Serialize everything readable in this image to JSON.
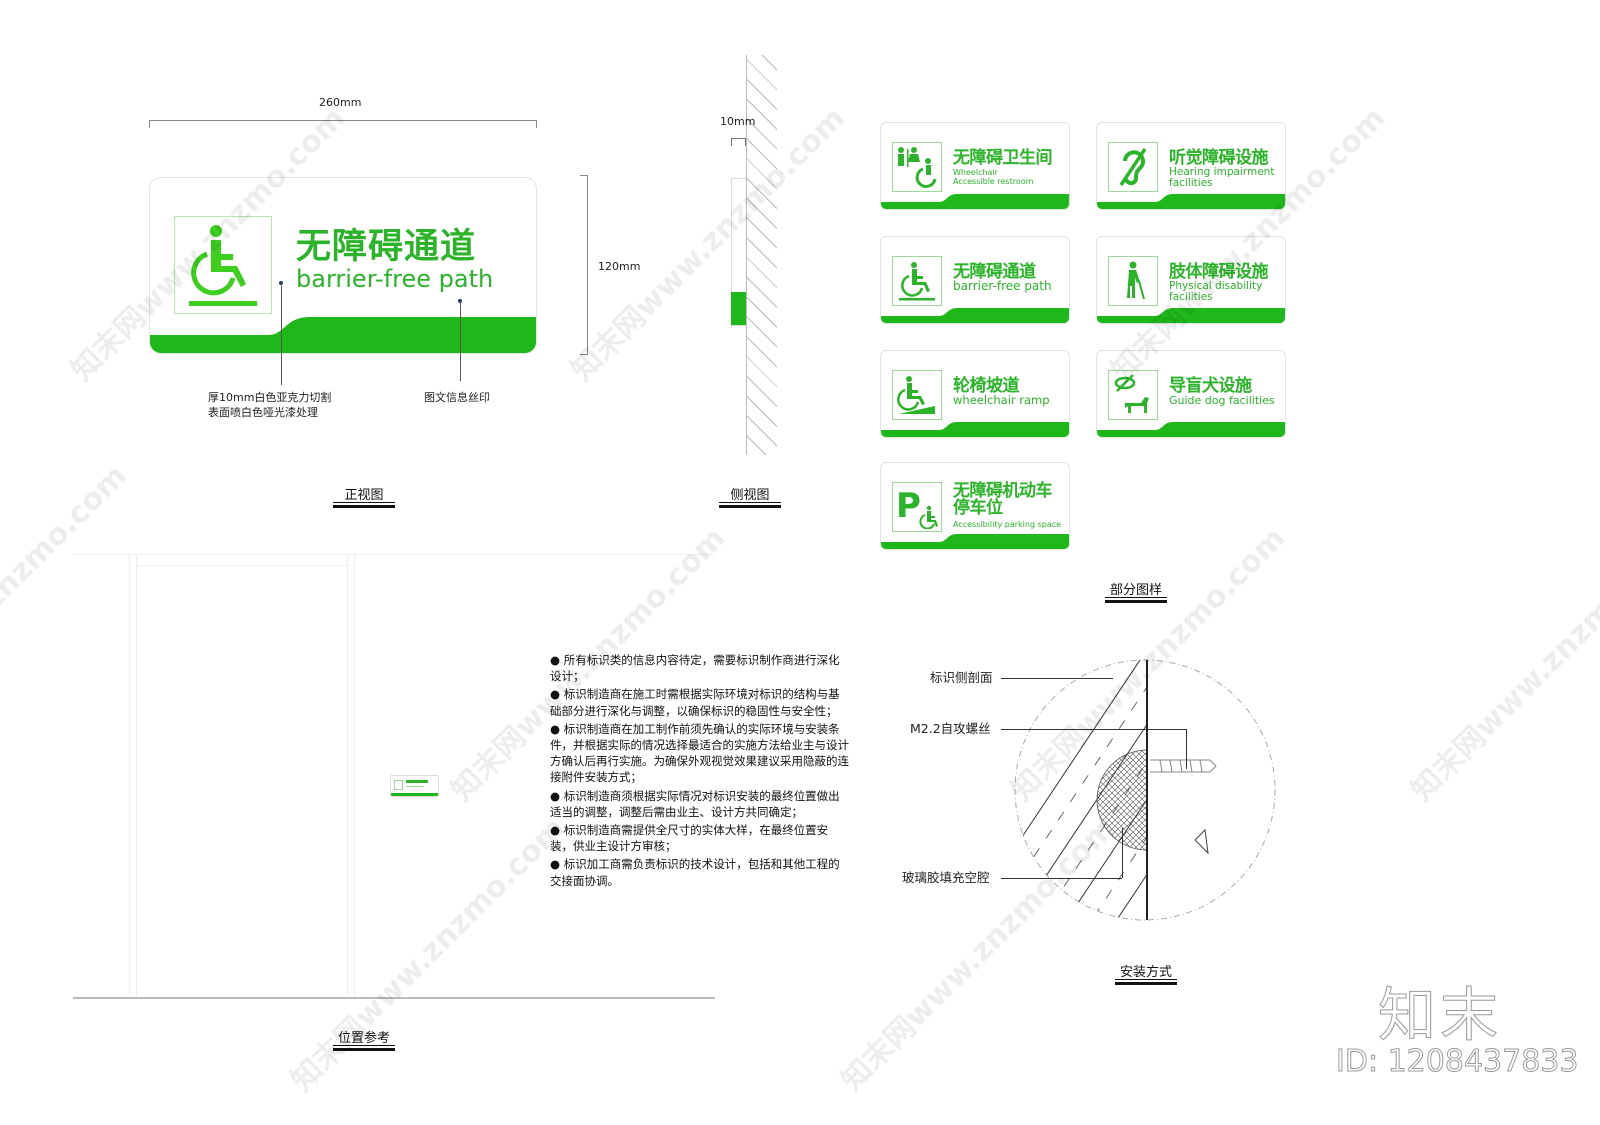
{
  "front_view": {
    "width_dim": "260mm",
    "height_dim": "120mm",
    "sign_title_cn": "无障碍通道",
    "sign_title_en": "barrier-free path",
    "note_material_line1": "厚10mm白色亚克力切割",
    "note_material_line2": "表面喷白色哑光漆处理",
    "note_print": "图文信息丝印",
    "label": "正视图"
  },
  "side_view": {
    "thickness_dim": "10mm",
    "label": "侧视图"
  },
  "partial_samples": {
    "label": "部分图样",
    "signs": [
      {
        "icon": "restroom-wheelchair-icon",
        "cn": "无障碍卫生间",
        "en": [
          "Wheelchair",
          "Accessible restroom"
        ]
      },
      {
        "icon": "hearing-impairment-icon",
        "cn": "听觉障碍设施",
        "en": [
          "Hearing impairment",
          "facilities"
        ]
      },
      {
        "icon": "wheelchair-icon",
        "cn": "无障碍通道",
        "en": [
          "barrier-free path"
        ]
      },
      {
        "icon": "cane-walker-icon",
        "cn": "肢体障碍设施",
        "en": [
          "Physical disability",
          "facilities"
        ]
      },
      {
        "icon": "wheelchair-ramp-icon",
        "cn": "轮椅坡道",
        "en": [
          "wheelchair ramp"
        ]
      },
      {
        "icon": "guide-dog-icon",
        "cn": "导盲犬设施",
        "en": [
          "Guide dog facilities"
        ]
      },
      {
        "icon": "parking-wheelchair-icon",
        "cn": [
          "无障碍机动车",
          "停车位"
        ],
        "en": [
          "Accessibility parking space"
        ]
      }
    ]
  },
  "location_reference": {
    "label": "位置参考",
    "notes": [
      "● 所有标识类的信息内容待定，需要标识制作商进行深化设计；",
      "● 标识制造商在施工时需根据实际环境对标识的结构与基础部分进行深化与调整，以确保标识的稳固性与安全性；",
      "● 标识制造商在加工制作前须先确认的实际环境与安装条件，并根据实际的情况选择最适合的实施方法给业主与设计方确认后再行实施。为确保外观视觉效果建议采用隐蔽的连接附件安装方式；",
      "● 标识制造商须根据实际情况对标识安装的最终位置做出适当的调整，调整后需由业主、设计方共同确定；",
      "● 标识制造商需提供全尺寸的实体大样，在最终位置安装，供业主设计方审核；",
      "● 标识加工商需负责标识的技术设计，包括和其他工程的交接面协调。"
    ]
  },
  "installation": {
    "label": "安装方式",
    "callouts": [
      "标识侧剖面",
      "M2.2自攻螺丝",
      "玻璃胶填充空腔"
    ]
  },
  "brand": {
    "logo": "知末",
    "id": "ID: 1208437833"
  },
  "colors": {
    "accent_green": "#1fb81a",
    "text_green": "#2bb329"
  }
}
